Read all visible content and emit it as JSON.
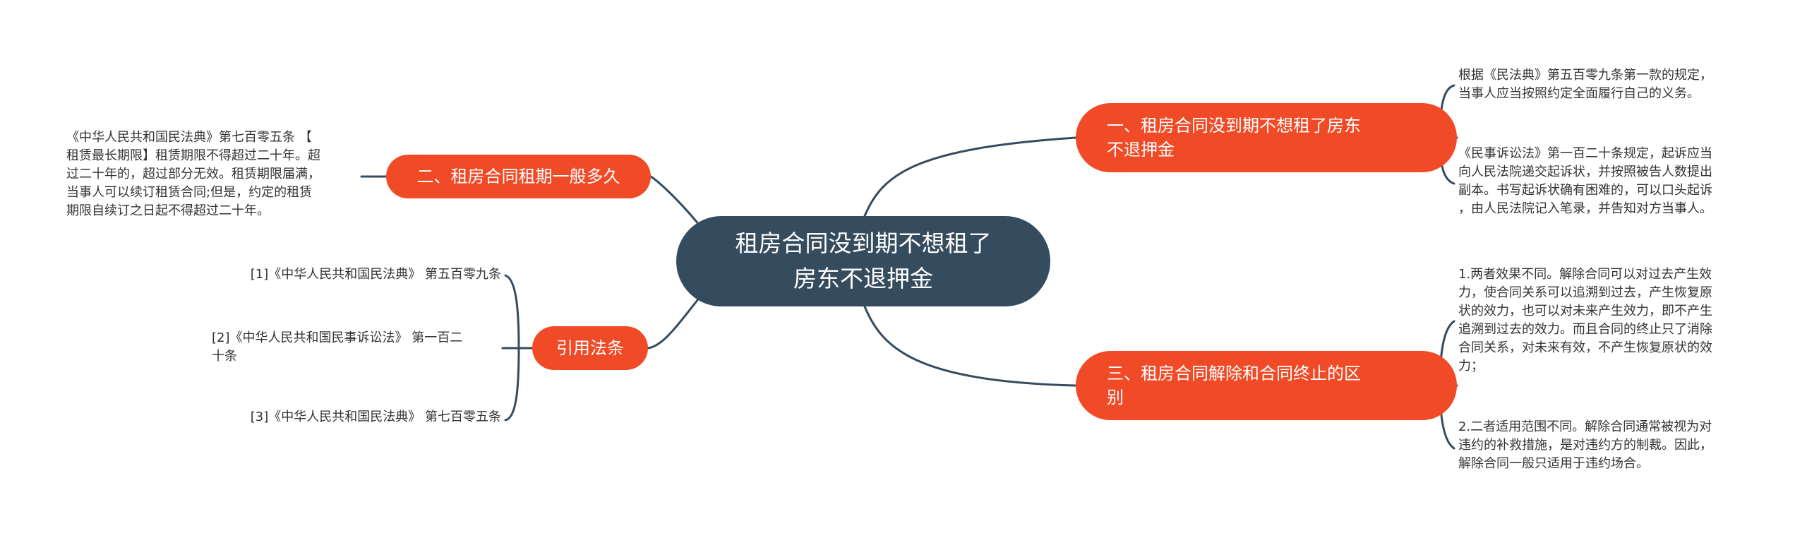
{
  "root": {
    "lines": [
      "租房合同没到期不想租了",
      "房东不退押金"
    ]
  },
  "branches": {
    "b1": {
      "lines": [
        "一、租房合同没到期不想租了房东",
        "不退押金"
      ]
    },
    "b2": {
      "lines": [
        "二、租房合同租期一般多久"
      ]
    },
    "b3": {
      "lines": [
        "三、租房合同解除和合同终止的区",
        "别"
      ]
    },
    "b4": {
      "lines": [
        "引用法条"
      ]
    }
  },
  "leaves": {
    "l1": [
      "根据《民法典》第五百零九条第一款的规定，",
      "当事人应当按照约定全面履行自己的义务。"
    ],
    "l2": [
      "《民事诉讼法》第一百二十条规定，起诉应当",
      "向人民法院递交起诉状，并按照被告人数提出",
      "副本。书写起诉状确有困难的，可以口头起诉",
      "，由人民法院记入笔录，并告知对方当事人。"
    ],
    "l3": [
      "1.两者效果不同。解除合同可以对过去产生效",
      "力，使合同关系可以追溯到过去，产生恢复原",
      "状的效力，也可以对未来产生效力，即不产生",
      "追溯到过去的效力。而且合同的终止只了消除",
      "合同关系，对未来有效，不产生恢复原状的效",
      "力；"
    ],
    "l4": [
      "2.二者适用范围不同。解除合同通常被视为对",
      "违约的补救措施，是对违约方的制裁。因此，",
      "解除合同一般只适用于违约场合。"
    ],
    "l5": [
      "《中华人民共和国民法典》第七百零五条 【",
      "租赁最长期限】租赁期限不得超过二十年。超",
      "过二十年的，超过部分无效。租赁期限届满，",
      "当事人可以续订租赁合同;但是，约定的租赁",
      "期限自续订之日起不得超过二十年。"
    ],
    "l6": [
      "[1]《中华人民共和国民法典》 第五百零九条"
    ],
    "l7": [
      "[2]《中华人民共和国民事诉讼法》 第一百二",
      "十条"
    ],
    "l8": [
      "[3]《中华人民共和国民法典》 第七百零五条"
    ]
  },
  "colors": {
    "root_fill": "#354b5e",
    "branch_fill": "#f04a27",
    "line": "#354b5e",
    "leaf_text": "#333333"
  }
}
